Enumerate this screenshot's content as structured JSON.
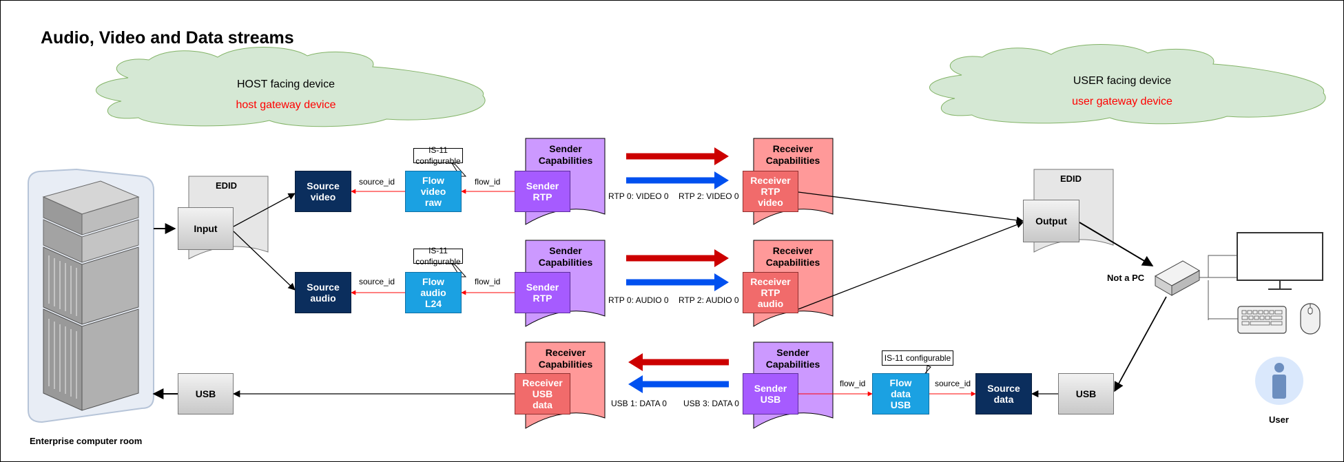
{
  "title": "Audio, Video and Data streams",
  "host_cloud": {
    "line1": "HOST facing device",
    "line2": "host gateway device",
    "line2_color": "#ff0000"
  },
  "user_cloud": {
    "line1": "USER facing device",
    "line2": "user gateway device",
    "line2_color": "#ff0000"
  },
  "colors": {
    "source": "#0b2e5d",
    "flow": "#1ba1e2",
    "sender_capabilities": "#cc99ff",
    "sender": "#a65bff",
    "receiver_capabilities": "#ff9999",
    "receiver": "#f16b6b",
    "red_arrow": "#cc0000",
    "blue_arrow": "#0050ef",
    "cloud": "#d5e8d4"
  },
  "host_edid": {
    "doc_label": "EDID",
    "port_label": "Input"
  },
  "user_edid": {
    "doc_label": "EDID",
    "port_label": "Output"
  },
  "usb_left": "USB",
  "usb_right": "USB",
  "server_caption": "Enterprise computer room",
  "not_pc_label": "Not a PC",
  "user_label": "User",
  "is11_label": "IS-11 configurable",
  "sources": {
    "video": "Source\nvideo",
    "audio": "Source\naudio",
    "data": "Source\ndata"
  },
  "flows": {
    "video": "Flow\nvideo\nraw",
    "audio": "Flow\naudio\nL24",
    "data": "Flow\ndata\nUSB"
  },
  "sender_capabilities": "Sender\nCapabilities",
  "receiver_capabilities": "Receiver\nCapabilities",
  "senders": {
    "video": "Sender\nRTP",
    "audio": "Sender\nRTP",
    "data": "Sender\nUSB"
  },
  "receivers": {
    "video": "Receiver\nRTP\nvideo",
    "audio": "Receiver\nRTP\naudio",
    "data": "Receiver\nUSB\ndata"
  },
  "edge_labels": {
    "source_id": "source_id",
    "flow_id": "flow_id"
  },
  "stream_labels": {
    "video_sender": "RTP 0: VIDEO 0",
    "video_receiver": "RTP 2: VIDEO 0",
    "audio_sender": "RTP 0: AUDIO 0",
    "audio_receiver": "RTP 2: AUDIO 0",
    "data_receiver": "USB 1: DATA 0",
    "data_sender": "USB 3: DATA 0"
  },
  "icons": [
    "server-rack-icon",
    "cloud-icon",
    "set-top-box-icon",
    "monitor-icon",
    "keyboard-icon",
    "mouse-icon",
    "user-icon"
  ]
}
